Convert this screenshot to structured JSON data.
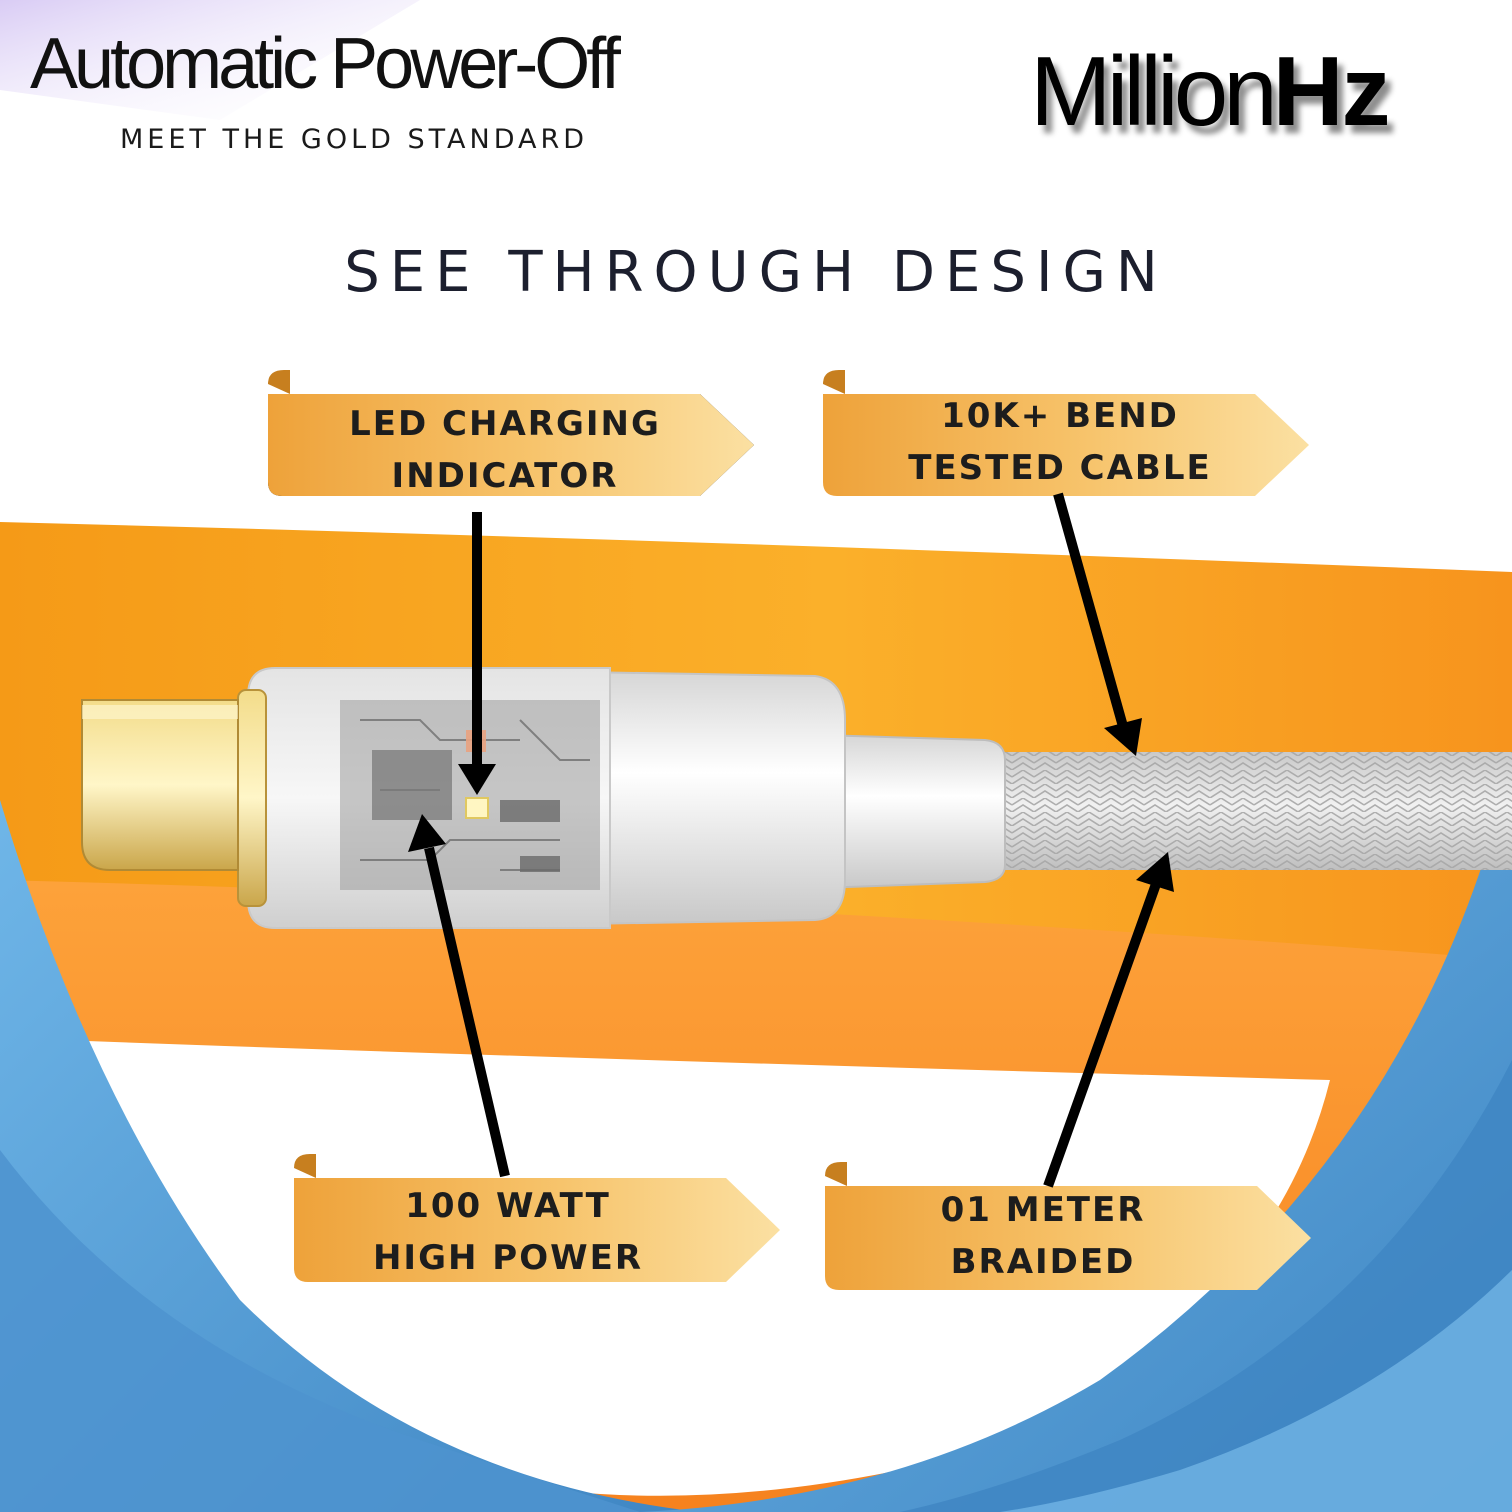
{
  "header": {
    "headline": "Automatic Power-Off",
    "tagline": "MEET THE GOLD STANDARD",
    "brand_part1": "Million",
    "brand_part2": "Hz"
  },
  "section_title": "SEE THROUGH DESIGN",
  "callouts": {
    "led": {
      "line1": "LED CHARGING",
      "line2": "INDICATOR"
    },
    "bend": {
      "line1": "10K+ BEND",
      "line2": "TESTED CABLE"
    },
    "power": {
      "line1": "100 WATT",
      "line2": "HIGH POWER"
    },
    "length": {
      "line1": "01 METER",
      "line2": "BRAIDED"
    }
  },
  "colors": {
    "orange": "#f7941d",
    "blue": "#5aa3db",
    "gold_light": "#fbd68e",
    "gold_dark": "#eea23a"
  }
}
